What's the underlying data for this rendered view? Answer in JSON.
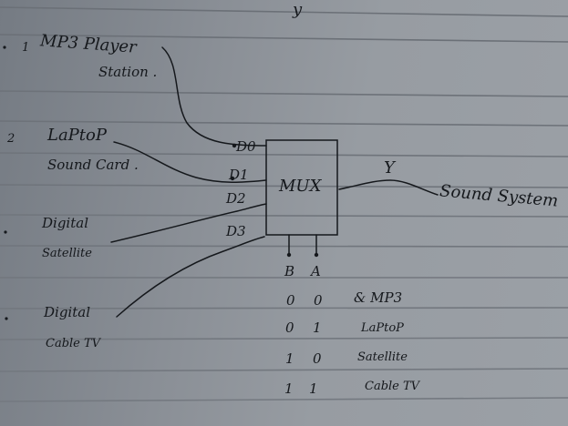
{
  "page_header": "y",
  "inputs": [
    {
      "index": "1",
      "line1": "MP3 Player",
      "line2": "Station ."
    },
    {
      "index": "2",
      "line1": "LaPtoP",
      "line2": "Sound Card ."
    },
    {
      "index": "",
      "line1": "Digital",
      "line2": "Satellite"
    },
    {
      "index": "",
      "line1": "Digital",
      "line2": "Cable TV"
    }
  ],
  "mux": {
    "label": "MUX",
    "pins": [
      "D0",
      "D1",
      "D2",
      "D3"
    ],
    "output_label": "Y",
    "output_target": "Sound System"
  },
  "truth_table": {
    "headers": [
      "B",
      "A"
    ],
    "rows": [
      {
        "b": "0",
        "a": "0",
        "source": "& MP3"
      },
      {
        "b": "0",
        "a": "1",
        "source": "LaPtoP"
      },
      {
        "b": "1",
        "a": "0",
        "source": "Satellite"
      },
      {
        "b": "1",
        "a": "1",
        "source": "Cable TV"
      }
    ]
  }
}
